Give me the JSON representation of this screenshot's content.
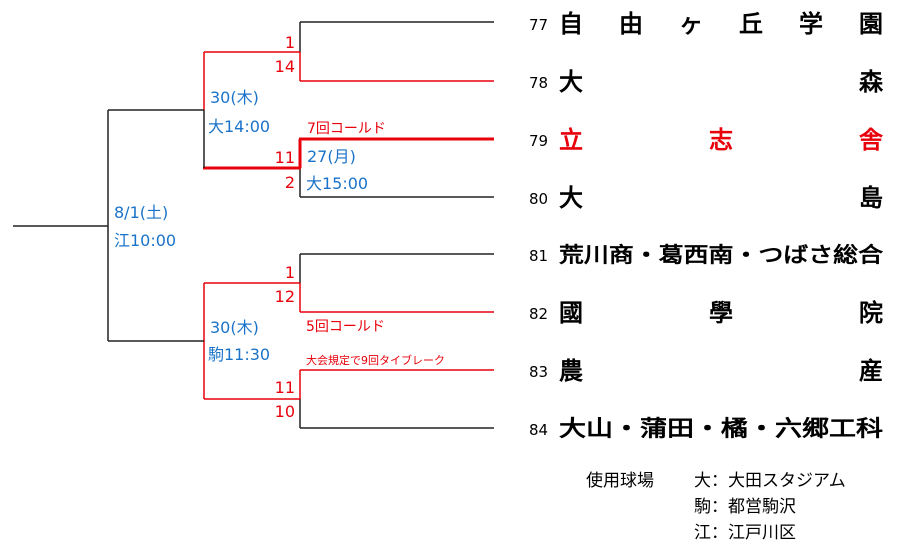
{
  "teams": [
    {
      "seed": "77",
      "name": "自由ヶ丘学園",
      "highlight": false
    },
    {
      "seed": "78",
      "name": "大森",
      "highlight": false
    },
    {
      "seed": "79",
      "name": "立志舎",
      "highlight": true
    },
    {
      "seed": "80",
      "name": "大島",
      "highlight": false
    },
    {
      "seed": "81",
      "name": "荒川商・葛西南・つばさ総合",
      "highlight": false
    },
    {
      "seed": "82",
      "name": "國學院",
      "highlight": false
    },
    {
      "seed": "83",
      "name": "農産",
      "highlight": false
    },
    {
      "seed": "84",
      "name": "大山・蒲田・橘・六郷工科",
      "highlight": false
    }
  ],
  "scores": {
    "m1_top": "1",
    "m1_bottom": "14",
    "m2_top": "11",
    "m2_bottom": "2",
    "m3_top": "1",
    "m3_bottom": "12",
    "m4_top": "11",
    "m4_bottom": "10"
  },
  "notes": {
    "m2_note": "7回コールド",
    "m3_note": "5回コールド",
    "m4_note": "大会規定で9回タイブレーク"
  },
  "schedule": {
    "upper_r1_date": "30(木)",
    "upper_r1_time": "大14:00",
    "m2_date": "27(月)",
    "m2_time": "大15:00",
    "lower_r1_date": "30(木)",
    "lower_r1_time": "駒11:30",
    "final_date": "8/1(土)",
    "final_time": "江10:00"
  },
  "venues": {
    "heading": "使用球場",
    "items": [
      "大：大田スタジアム",
      "駒：都営駒沢",
      "江：江戸川区"
    ]
  }
}
